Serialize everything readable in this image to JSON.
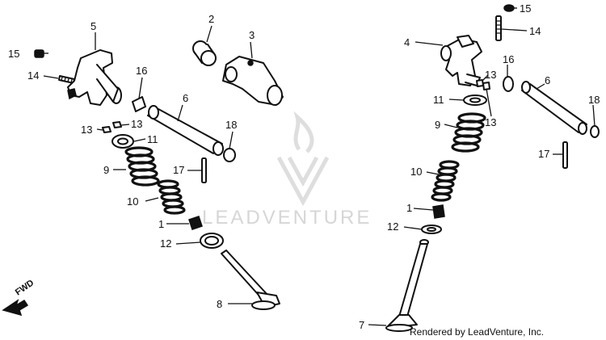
{
  "watermark": {
    "brand": "LEADVENTURE"
  },
  "credit": "Rendered by LeadVenture, Inc.",
  "direction_marker": "FWD",
  "callouts": {
    "c1a": "1",
    "c1b": "1",
    "c2": "2",
    "c3": "3",
    "c4": "4",
    "c5": "5",
    "c6a": "6",
    "c6b": "6",
    "c7": "7",
    "c8": "8",
    "c9a": "9",
    "c9b": "9",
    "c10a": "10",
    "c10b": "10",
    "c11a": "11",
    "c11b": "11",
    "c12a": "12",
    "c12b": "12",
    "c13a": "13",
    "c13b": "13",
    "c13c": "13",
    "c13d": "13",
    "c14a": "14",
    "c14b": "14",
    "c15a": "15",
    "c15b": "15",
    "c16a": "16",
    "c16b": "16",
    "c17a": "17",
    "c17b": "17",
    "c18a": "18",
    "c18b": "18"
  }
}
